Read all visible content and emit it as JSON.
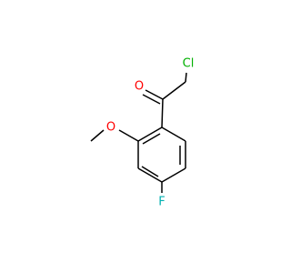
{
  "molecule": {
    "atoms": {
      "chlorine": {
        "symbol": "Cl",
        "color": "#00b000"
      },
      "oxygen_carbonyl": {
        "symbol": "O",
        "color": "#ff0000"
      },
      "oxygen_methoxy": {
        "symbol": "O",
        "color": "#ff0000"
      },
      "fluorine": {
        "symbol": "F",
        "color": "#00b0b0"
      }
    },
    "bond_color": "#000000"
  }
}
